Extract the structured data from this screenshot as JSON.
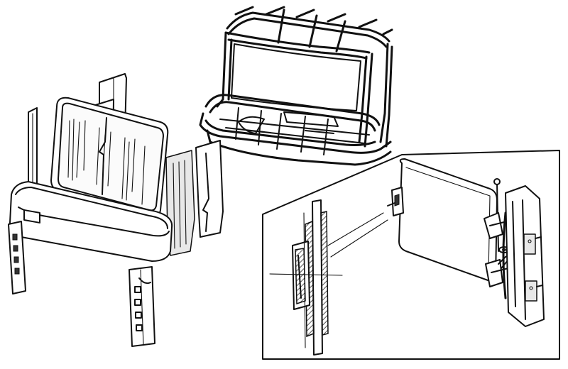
{
  "illustration": {
    "style": "monochrome line art",
    "colors": {
      "line": "#111111",
      "background": "#ffffff",
      "shade": "#e8e8e8"
    },
    "parts": [
      {
        "id": "cab-frame",
        "kind": "cab-roll-cage-frame"
      },
      {
        "id": "front-window-assembly",
        "kind": "front-window-with-side-panels"
      },
      {
        "id": "door-detail-inset",
        "kind": "door-hinge-and-seal-detail"
      }
    ]
  }
}
